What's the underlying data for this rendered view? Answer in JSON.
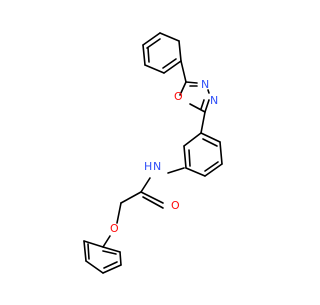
{
  "molecule": {
    "atom_labels": {
      "ring_oxygen": "O",
      "ring_n_upper": "N",
      "ring_n_lower": "N",
      "amide_nh": "H",
      "amide_n": "N",
      "carbonyl_oxygen": "O",
      "ether_oxygen": "O"
    },
    "colors": {
      "bond": "#000000",
      "oxygen": "#ff0d0d",
      "nitrogen": "#3050f8",
      "background": "#ffffff"
    }
  }
}
